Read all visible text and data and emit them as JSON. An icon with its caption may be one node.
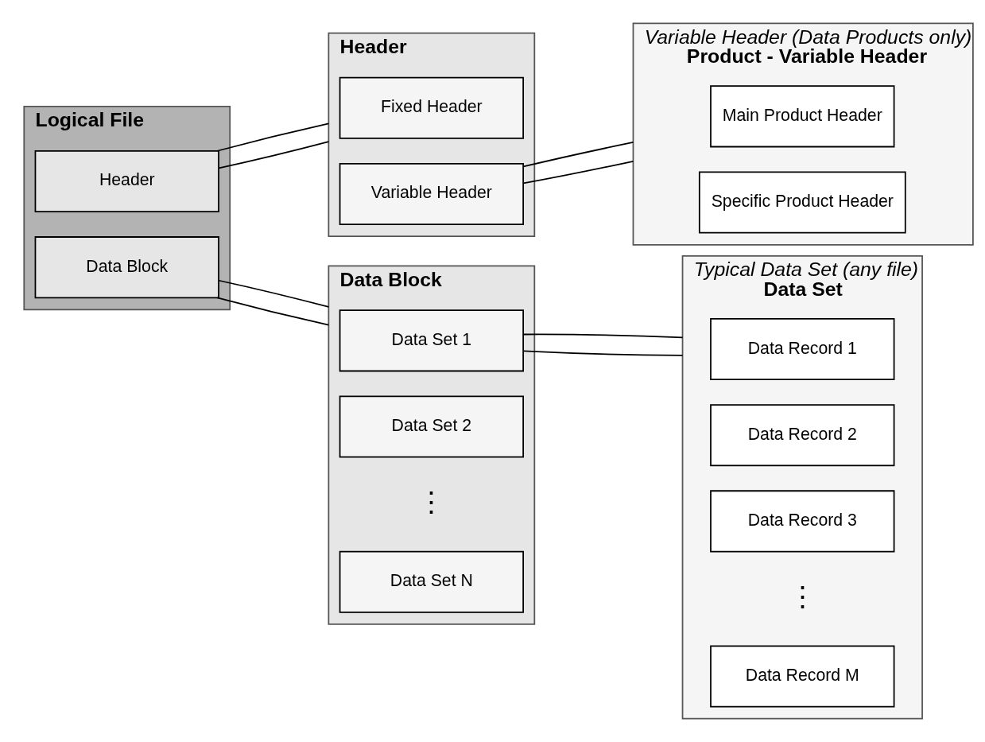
{
  "diagram": {
    "nodes": [
      {
        "text": [
          "Logical File"
        ]
      },
      {
        "text": [
          "Header"
        ],
        "in": 0
      },
      {
        "text": [
          "Data Block"
        ],
        "in": 0
      },
      {
        "text": [
          "Header"
        ]
      },
      {
        "text": [
          "Fixed Header"
        ],
        "in": 3
      },
      {
        "text": [
          "Variable Header"
        ],
        "in": 3
      },
      {
        "text": [
          "Product - Variable Header"
        ],
        "beside": [
          "Variable Header (Data Products only)"
        ]
      },
      {
        "text": [
          "Main Product Header"
        ],
        "in": 6
      },
      {
        "text": [
          "Specific Product Header"
        ],
        "in": 6
      },
      {
        "text": [
          "Data Block"
        ]
      },
      {
        "text": [
          "Data Set 1"
        ],
        "in": 9
      },
      {
        "text": [
          "Data Set 2"
        ],
        "in": 9
      },
      {
        "text": [
          "Data Set N"
        ],
        "in": 9
      },
      {
        "text": [
          "Data Set"
        ],
        "beside": [
          "Typical Data Set (any file)"
        ]
      },
      {
        "text": [
          "Data Record 1"
        ],
        "in": 13
      },
      {
        "text": [
          "Data Record 2"
        ],
        "in": 13
      },
      {
        "text": [
          "Data Record 3"
        ],
        "in": 13
      },
      {
        "text": [
          "Data Record M"
        ],
        "in": 13
      }
    ],
    "edges": [
      {
        "from": 1,
        "to": 3,
        "arrow": "none"
      },
      {
        "from": 1,
        "to": 3,
        "arrow": "none"
      },
      {
        "from": 2,
        "to": 9,
        "arrow": "none"
      },
      {
        "from": 2,
        "to": 9,
        "arrow": "none"
      },
      {
        "from": 5,
        "to": 6,
        "arrow": "none"
      },
      {
        "from": 5,
        "to": 6,
        "arrow": "none"
      },
      {
        "from": 10,
        "to": 13,
        "arrow": "none"
      },
      {
        "from": 10,
        "to": 13,
        "arrow": "none"
      }
    ],
    "labels": [
      "⋮",
      "⋮"
    ]
  }
}
